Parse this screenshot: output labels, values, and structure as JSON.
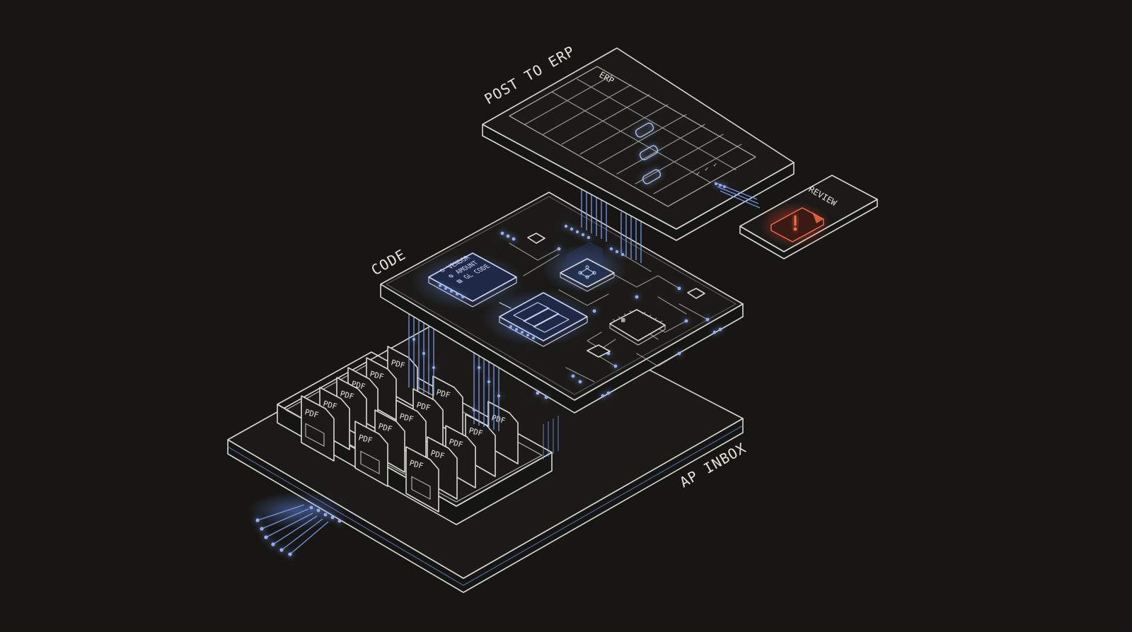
{
  "labels": {
    "post_to_erp": "POST TO ERP",
    "erp": "ERP",
    "review": "REVIEW",
    "code": "CODE",
    "ap_inbox": "AP INBOX"
  },
  "code_card": {
    "fields": [
      "VENDOR",
      "AMOUNT",
      "GL CODE"
    ]
  },
  "pdf_label": "PDF",
  "colors": {
    "background": "#171614",
    "line": "#d9d9d2",
    "data_glow": "#7ea3ff",
    "alert": "#ff5a3c"
  },
  "icons": [
    "alert-icon",
    "user-icon",
    "coin-icon",
    "ledger-icon",
    "workflow-icon",
    "chip-icon"
  ]
}
